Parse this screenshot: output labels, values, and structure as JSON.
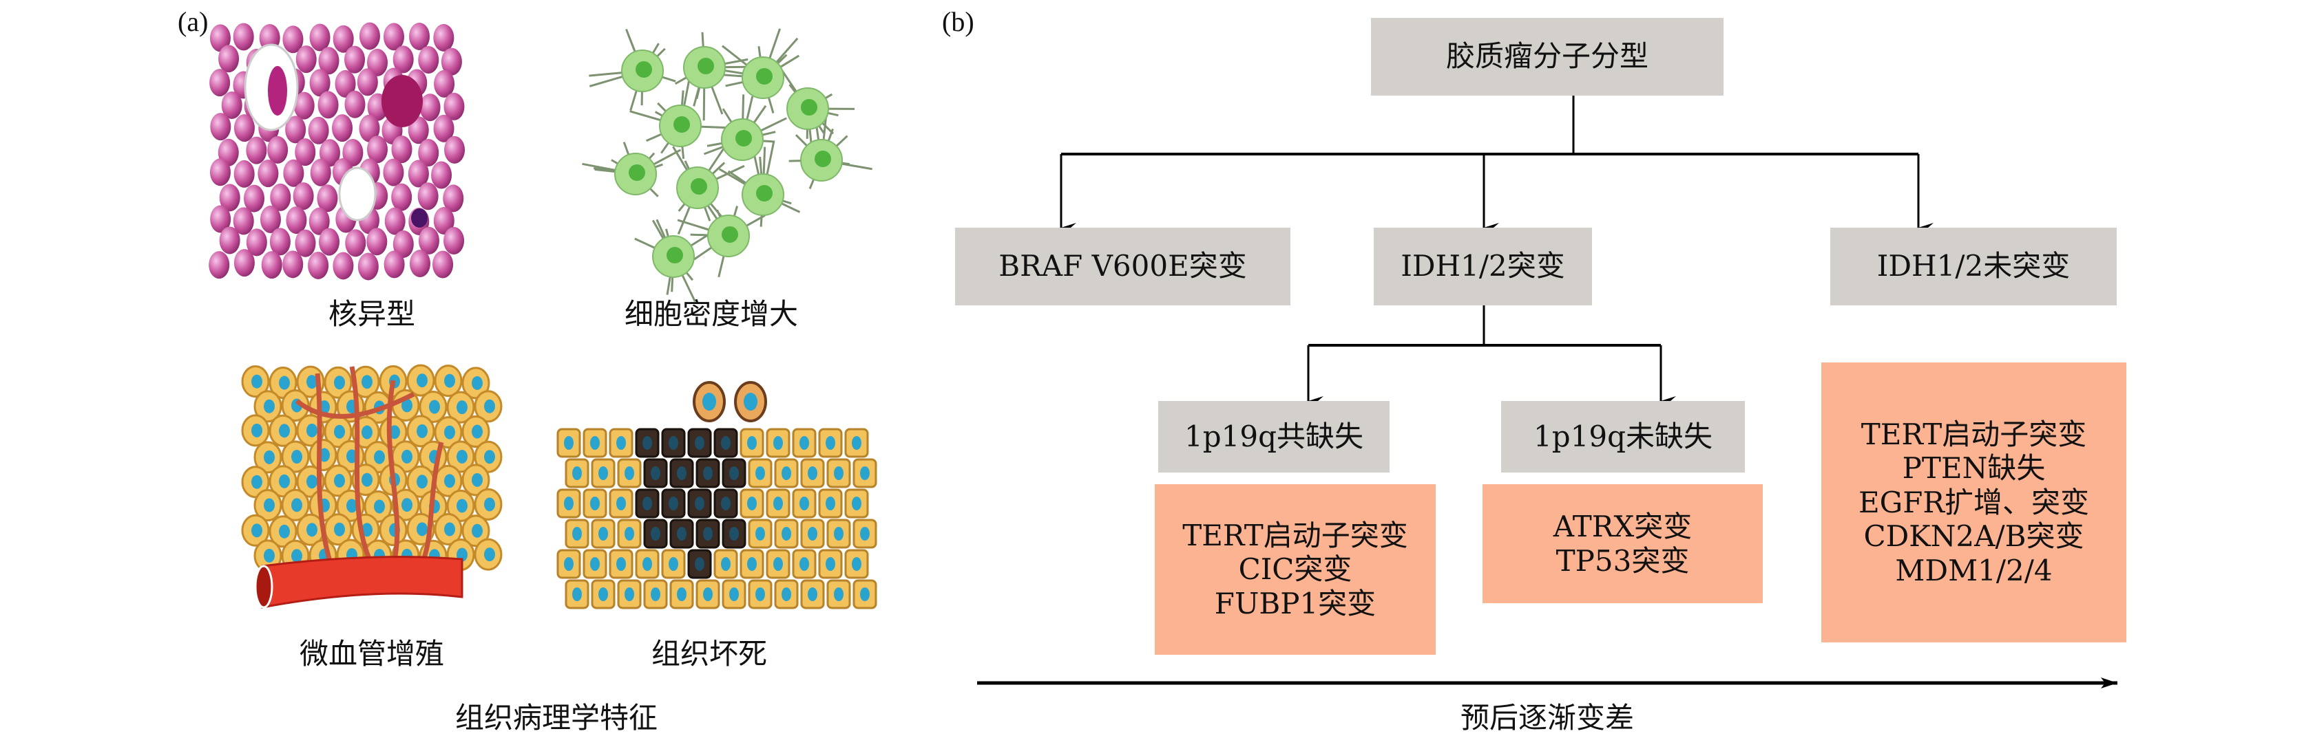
{
  "panel_a": {
    "label": "(a)",
    "items": [
      {
        "caption": "核异型",
        "icon": "pleomorphic-nuclei-illustration"
      },
      {
        "caption": "细胞密度增大",
        "icon": "increased-cell-density-illustration"
      },
      {
        "caption": "微血管增殖",
        "icon": "microvascular-proliferation-illustration"
      },
      {
        "caption": "组织坏死",
        "icon": "tissue-necrosis-illustration"
      }
    ],
    "title": "组织病理学特征"
  },
  "panel_b": {
    "label": "(b)",
    "root": "胶质瘤分子分型",
    "level1": [
      "BRAF V600E突变",
      "IDH1/2突变",
      "IDH1/2未突变"
    ],
    "level2": [
      "1p19q共缺失",
      "1p19q未缺失"
    ],
    "markers": {
      "codeleted": [
        "TERT启动子突变",
        "CIC突变",
        "FUBP1突变"
      ],
      "non_codeleted": [
        "ATRX突变",
        "TP53突变"
      ],
      "idh_wildtype": [
        "TERT启动子突变",
        "PTEN缺失",
        "EGFR扩增、突变",
        "CDKN2A/B突变",
        "MDM1/2/4"
      ]
    },
    "prognosis_axis": "预后逐渐变差",
    "colors": {
      "gray_box": "#d3d0cc",
      "orange_box": "#fcb392"
    }
  }
}
